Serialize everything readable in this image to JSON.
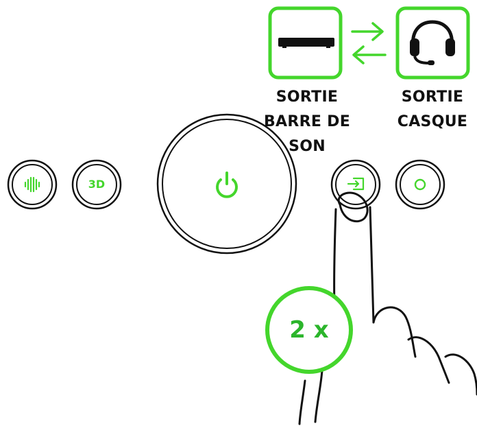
{
  "outputs": {
    "soundbar": {
      "line1": "SORTIE",
      "line2": "BARRE DE",
      "line3": "SON",
      "icon": "soundbar-icon"
    },
    "headset": {
      "line1": "SORTIE",
      "line2": "CASQUE",
      "icon": "headset-icon"
    }
  },
  "controls": {
    "three_d_label": "3D",
    "equalizer_icon": "equalizer-icon",
    "power_icon": "power-icon",
    "input_icon": "input-icon",
    "circle_icon": "circle-icon"
  },
  "press_badge": "2 x",
  "colors": {
    "accent": "#44d62c",
    "badge": "#2bb52b",
    "outline": "#111111"
  }
}
